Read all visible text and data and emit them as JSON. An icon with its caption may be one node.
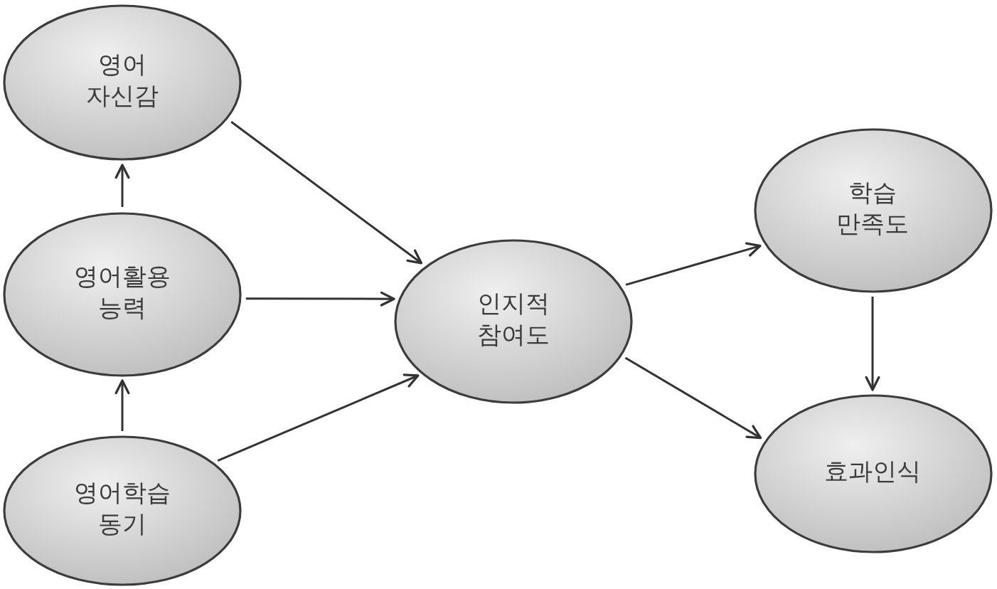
{
  "diagram": {
    "nodes": [
      {
        "text": [
          "영어 자신감"
        ]
      },
      {
        "text": [
          "영어활용 능력"
        ]
      },
      {
        "text": [
          "영어학습 동기"
        ]
      },
      {
        "text": [
          "인지적 참여도"
        ]
      },
      {
        "text": [
          "학습 만족도"
        ]
      },
      {
        "text": [
          "효과인식"
        ]
      }
    ],
    "edges": [
      {
        "from": 1,
        "to": 0,
        "arrow": "to"
      },
      {
        "from": 2,
        "to": 1,
        "arrow": "to"
      },
      {
        "from": 0,
        "to": 3,
        "arrow": "to"
      },
      {
        "from": 1,
        "to": 3,
        "arrow": "to"
      },
      {
        "from": 2,
        "to": 3,
        "arrow": "to"
      },
      {
        "from": 3,
        "to": 4,
        "arrow": "to"
      },
      {
        "from": 3,
        "to": 5,
        "arrow": "to"
      },
      {
        "from": 4,
        "to": 5,
        "arrow": "to"
      }
    ]
  }
}
